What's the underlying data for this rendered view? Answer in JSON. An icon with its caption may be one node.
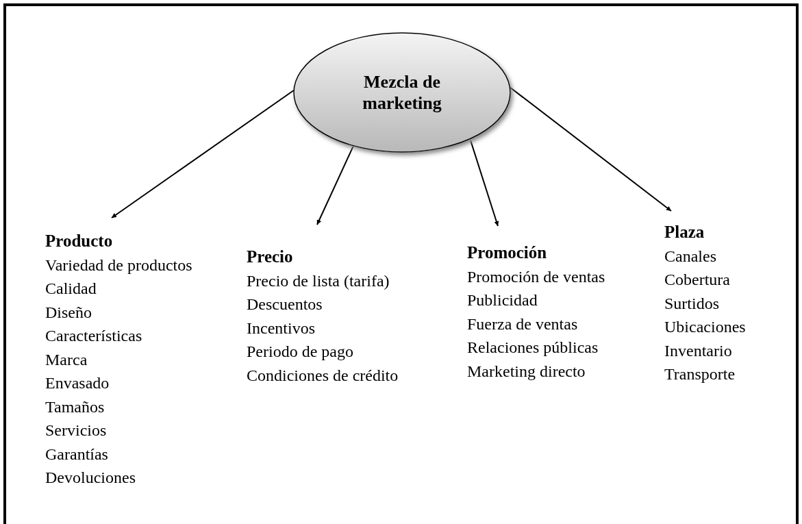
{
  "diagram": {
    "nodes": [
      {
        "text": [
          "Mezcla de marketing"
        ]
      },
      {
        "text": [
          "Producto",
          "Variedad de productos",
          "Calidad",
          "Diseño",
          "Características",
          "Marca",
          "Envasado",
          "Tamaños",
          "Servicios",
          "Garantías",
          "Devoluciones"
        ]
      },
      {
        "text": [
          "Precio",
          "Precio de lista (tarifa)",
          "Descuentos",
          "Incentivos",
          "Periodo de pago",
          "Condiciones de crédito"
        ]
      },
      {
        "text": [
          "Promoción",
          "Promoción de ventas",
          "Publicidad",
          "Fuerza de ventas",
          "Relaciones públicas",
          "Marketing directo"
        ]
      },
      {
        "text": [
          "Plaza",
          "Canales",
          "Cobertura",
          "Surtidos",
          "Ubicaciones",
          "Inventario",
          "Transporte"
        ]
      }
    ],
    "edges": [
      {
        "from": 0,
        "to": 1,
        "arrow": "to"
      },
      {
        "from": 0,
        "to": 2,
        "arrow": "to"
      },
      {
        "from": 0,
        "to": 3,
        "arrow": "to"
      },
      {
        "from": 0,
        "to": 4,
        "arrow": "to"
      }
    ]
  }
}
